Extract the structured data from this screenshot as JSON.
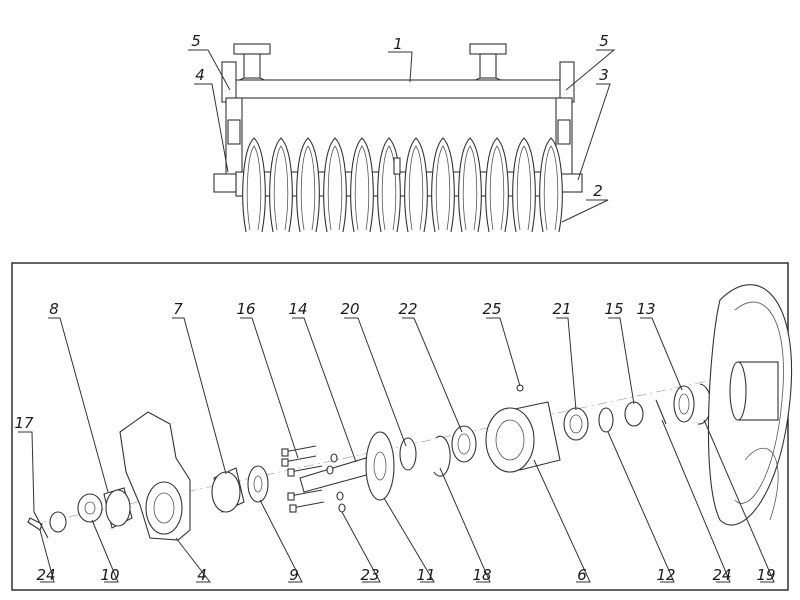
{
  "assembly": {
    "callouts": [
      {
        "id": "c1",
        "label": "1"
      },
      {
        "id": "c2",
        "label": "2"
      },
      {
        "id": "c3",
        "label": "3"
      },
      {
        "id": "c4",
        "label": "4"
      },
      {
        "id": "c5l",
        "label": "5"
      },
      {
        "id": "c5r",
        "label": "5"
      }
    ]
  },
  "exploded": {
    "top_callouts": [
      "8",
      "7",
      "16",
      "14",
      "20",
      "22",
      "25",
      "21",
      "15",
      "13"
    ],
    "side_callouts": [
      "17"
    ],
    "bottom_callouts": [
      "24",
      "10",
      "4",
      "9",
      "23",
      "11",
      "18",
      "6",
      "12",
      "24",
      "19"
    ]
  }
}
